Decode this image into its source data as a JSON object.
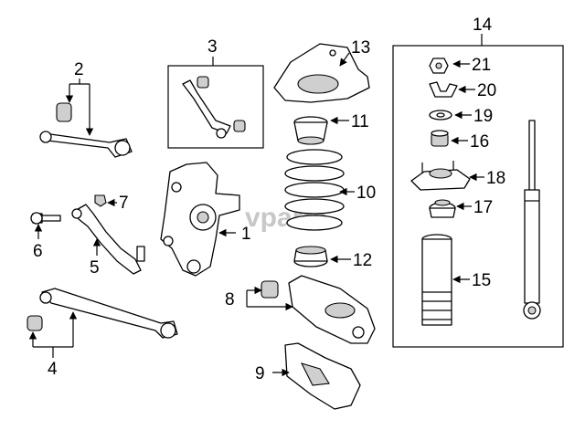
{
  "diagram": {
    "watermark": "vparts",
    "callouts": [
      {
        "id": "1",
        "label": "1"
      },
      {
        "id": "2",
        "label": "2"
      },
      {
        "id": "3",
        "label": "3"
      },
      {
        "id": "4",
        "label": "4"
      },
      {
        "id": "5",
        "label": "5"
      },
      {
        "id": "6",
        "label": "6"
      },
      {
        "id": "7",
        "label": "7"
      },
      {
        "id": "8",
        "label": "8"
      },
      {
        "id": "9",
        "label": "9"
      },
      {
        "id": "10",
        "label": "10"
      },
      {
        "id": "11",
        "label": "11"
      },
      {
        "id": "12",
        "label": "12"
      },
      {
        "id": "13",
        "label": "13"
      },
      {
        "id": "14",
        "label": "14"
      },
      {
        "id": "15",
        "label": "15"
      },
      {
        "id": "16",
        "label": "16"
      },
      {
        "id": "17",
        "label": "17"
      },
      {
        "id": "18",
        "label": "18"
      },
      {
        "id": "19",
        "label": "19"
      },
      {
        "id": "20",
        "label": "20"
      },
      {
        "id": "21",
        "label": "21"
      }
    ]
  }
}
